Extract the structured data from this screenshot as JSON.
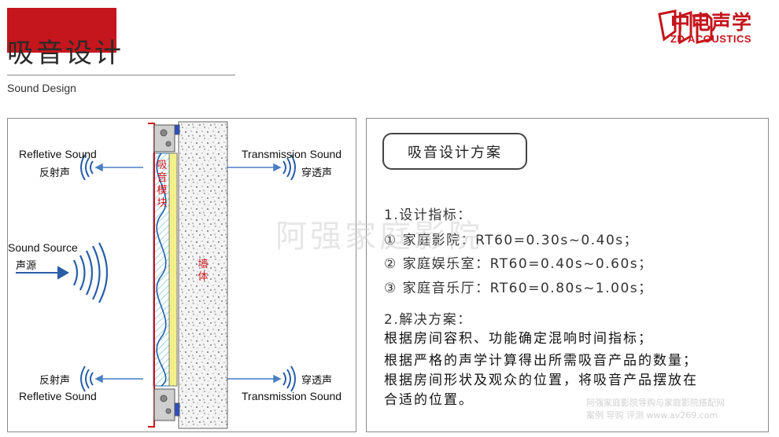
{
  "header": {
    "title": "吸音设计",
    "subtitle": "Sound Design",
    "accent_color": "#c4161c"
  },
  "logo": {
    "name_cn": "中电声学",
    "name_en": "ZD ACOUSTICS"
  },
  "diagram": {
    "reflective_top_en": "Refletive Sound",
    "reflective_top_cn": "反射声",
    "transmission_top_en": "Transmission Sound",
    "transmission_top_cn": "穿透声",
    "source_en": "Sound Source",
    "source_cn": "声源",
    "module_label": [
      "吸",
      "音",
      "模",
      "块"
    ],
    "wall_label": [
      "墙",
      "体"
    ],
    "reflective_bottom_cn": "反射声",
    "reflective_bottom_en": "Refletive Sound",
    "transmission_bottom_cn": "穿透声",
    "transmission_bottom_en": "Transmission Sound"
  },
  "plan": {
    "title": "吸音设计方案",
    "section1": "1.设计指标：",
    "items": [
      "① 家庭影院：RT60=0.30s~0.40s；",
      "② 家庭娱乐室：RT60=0.40s~0.60s；",
      "③ 家庭音乐厅：RT60=0.80s~1.00s；"
    ],
    "section2": "2.解决方案：",
    "solutions": [
      "根据房间容积、功能确定混响时间指标；",
      "根据严格的声学计算得出所需吸音产品的数量；",
      "根据房间形状及观众的位置，将吸音产品摆放在",
      "合适的位置。"
    ]
  },
  "watermark": {
    "main": "阿强家庭影院",
    "footer_line1": "阿强家庭影院导购与家庭影院搭配网",
    "footer_line2": "案例 导购 评测 www.av269.com"
  }
}
